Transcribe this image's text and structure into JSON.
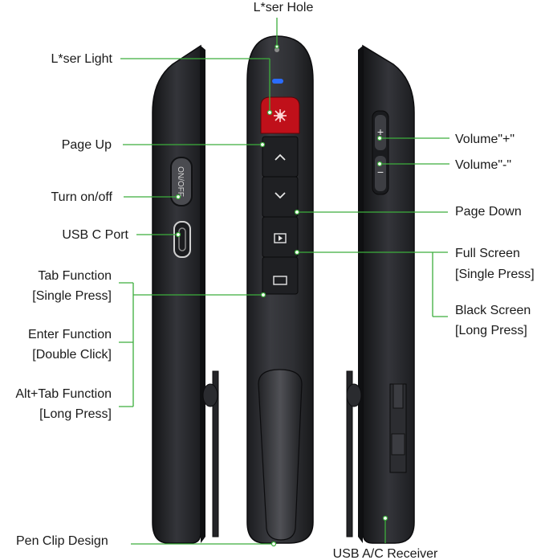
{
  "labels": {
    "laser_hole": "L*ser Hole",
    "laser_light": "L*ser Light",
    "page_up": "Page Up",
    "turn_on_off": "Turn on/off",
    "usb_c_port": "USB C Port",
    "tab_function_1": "Tab Function",
    "tab_function_2": "[Single Press]",
    "enter_function_1": "Enter Function",
    "enter_function_2": "[Double Click]",
    "alt_tab_1": "Alt+Tab Function",
    "alt_tab_2": "[Long Press]",
    "pen_clip": "Pen Clip Design",
    "volume_plus": "Volume\"+\"",
    "volume_minus": "Volume\"-\"",
    "page_down": "Page Down",
    "full_screen_1": "Full Screen",
    "full_screen_2": "[Single Press]",
    "black_screen_1": "Black Screen",
    "black_screen_2": "[Long Press]",
    "usb_receiver": "USB A/C Receiver",
    "switch_text": "ON/OFF",
    "plus_sign": "+",
    "minus_sign": "−"
  },
  "colors": {
    "leader": "#3cae3c",
    "body": "#2b2c30",
    "body_edge": "#111214",
    "laser_red": "#c0101a",
    "led_blue": "#2a6cff"
  },
  "icons": [
    "chevron-up-icon",
    "chevron-down-icon",
    "play-icon",
    "rectangle-icon",
    "laser-icon",
    "usb-c-icon"
  ]
}
